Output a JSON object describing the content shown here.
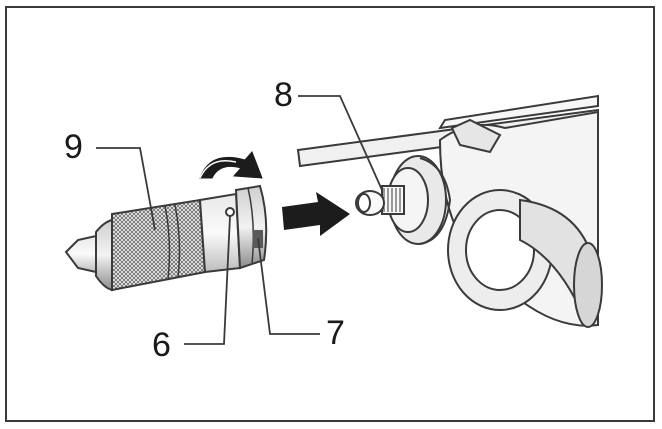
{
  "callouts": {
    "label_9": "9",
    "label_8": "8",
    "label_6": "6",
    "label_7": "7"
  },
  "colors": {
    "line": "#3a3a3a",
    "fill_light": "#f3f3f3",
    "fill_mid": "#d9d9d9",
    "fill_dark": "#9a9a9a",
    "arrow": "#1c1c1c"
  },
  "icons": {
    "rotate_arrow": "curved-rotate-arrow",
    "insert_arrow": "right-arrow"
  }
}
